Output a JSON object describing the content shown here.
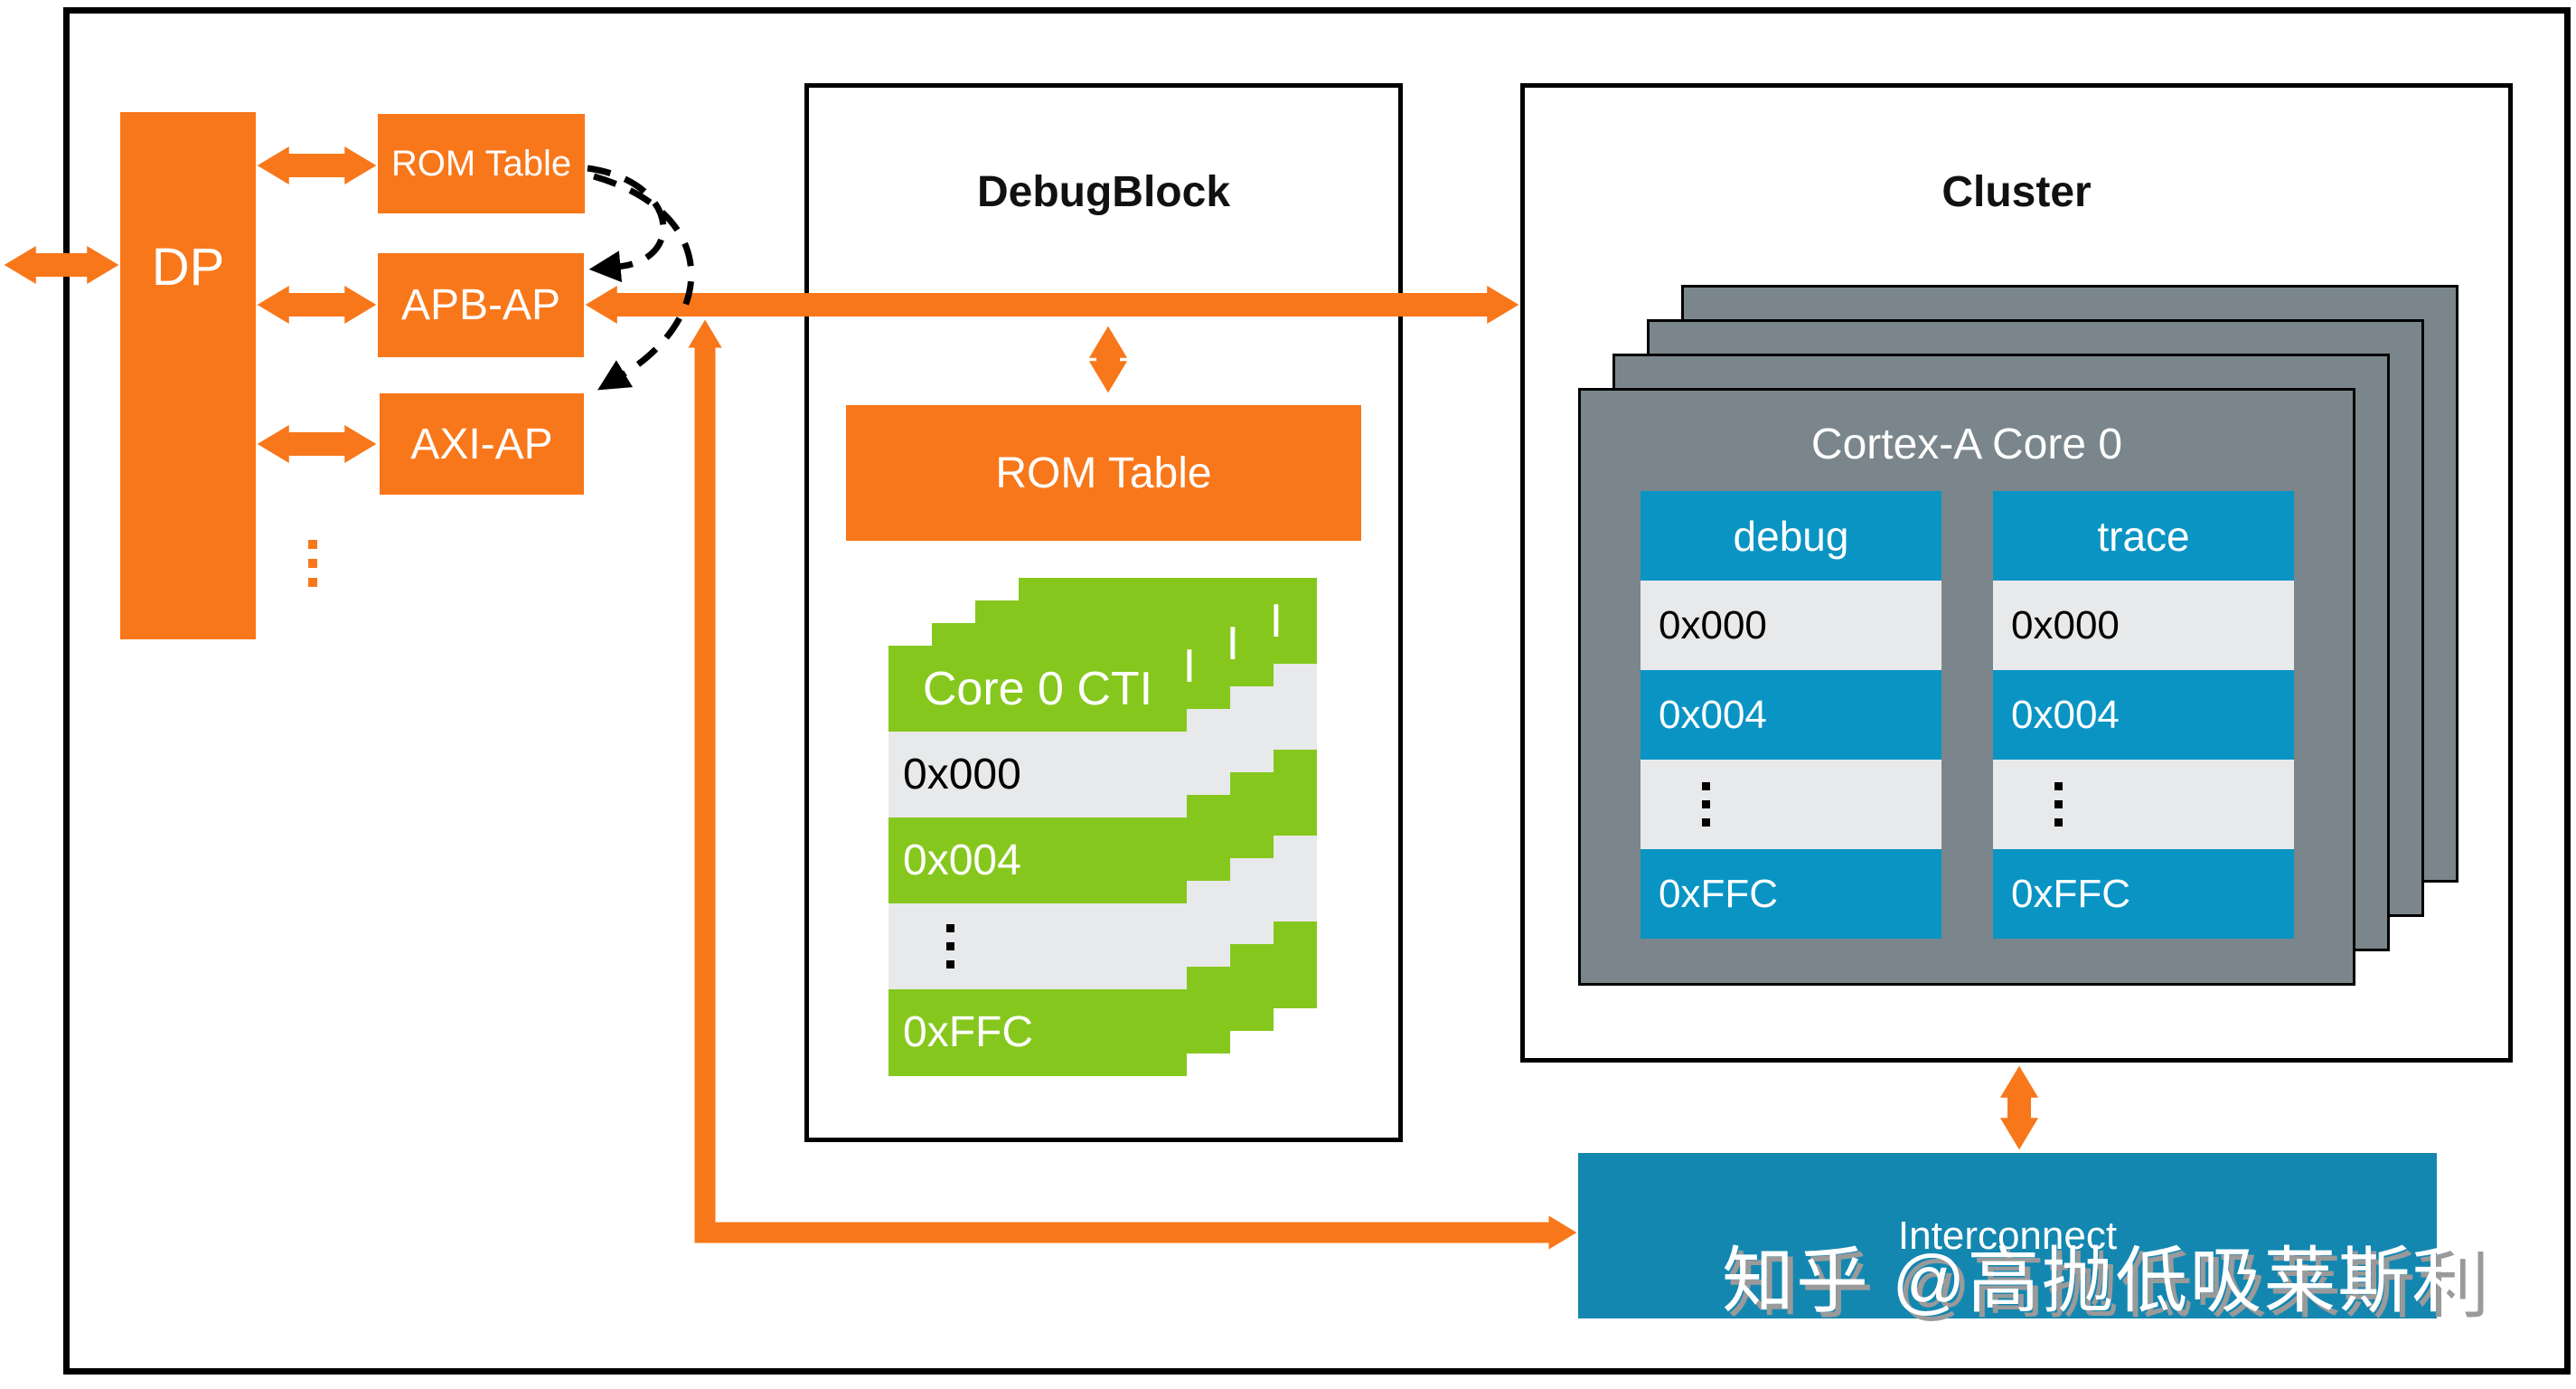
{
  "colors": {
    "orange": "#F8771A",
    "green": "#86C71E",
    "blue_table": "#0994C4",
    "blue_inter": "#1487B0",
    "gray_card": "#7A868B",
    "row_light": "#E8E9EA",
    "line_black": "#000000"
  },
  "dap": {
    "dp_label": "DP",
    "rom_table_label": "ROM Table",
    "apb_ap_label": "APB-AP",
    "axi_ap_label": "AXI-AP"
  },
  "debug_block": {
    "title": "DebugBlock",
    "rom_table_label": "ROM Table",
    "cti": {
      "title": "Core 0 CTI",
      "rows": [
        "0x000",
        "0x004",
        "⋮",
        "0xFFC"
      ],
      "stacked_copies": 4
    }
  },
  "cluster": {
    "title": "Cluster",
    "core_title": "Cortex-A Core 0",
    "stacked_cores": 4,
    "tables": [
      {
        "title": "debug",
        "rows": [
          "0x000",
          "0x004",
          "⋮",
          "0xFFC"
        ]
      },
      {
        "title": "trace",
        "rows": [
          "0x000",
          "0x004",
          "⋮",
          "0xFFC"
        ]
      }
    ]
  },
  "interconnect": {
    "label": "Interconnect"
  },
  "watermark": {
    "text": "知乎 @高抛低吸莱斯利"
  }
}
